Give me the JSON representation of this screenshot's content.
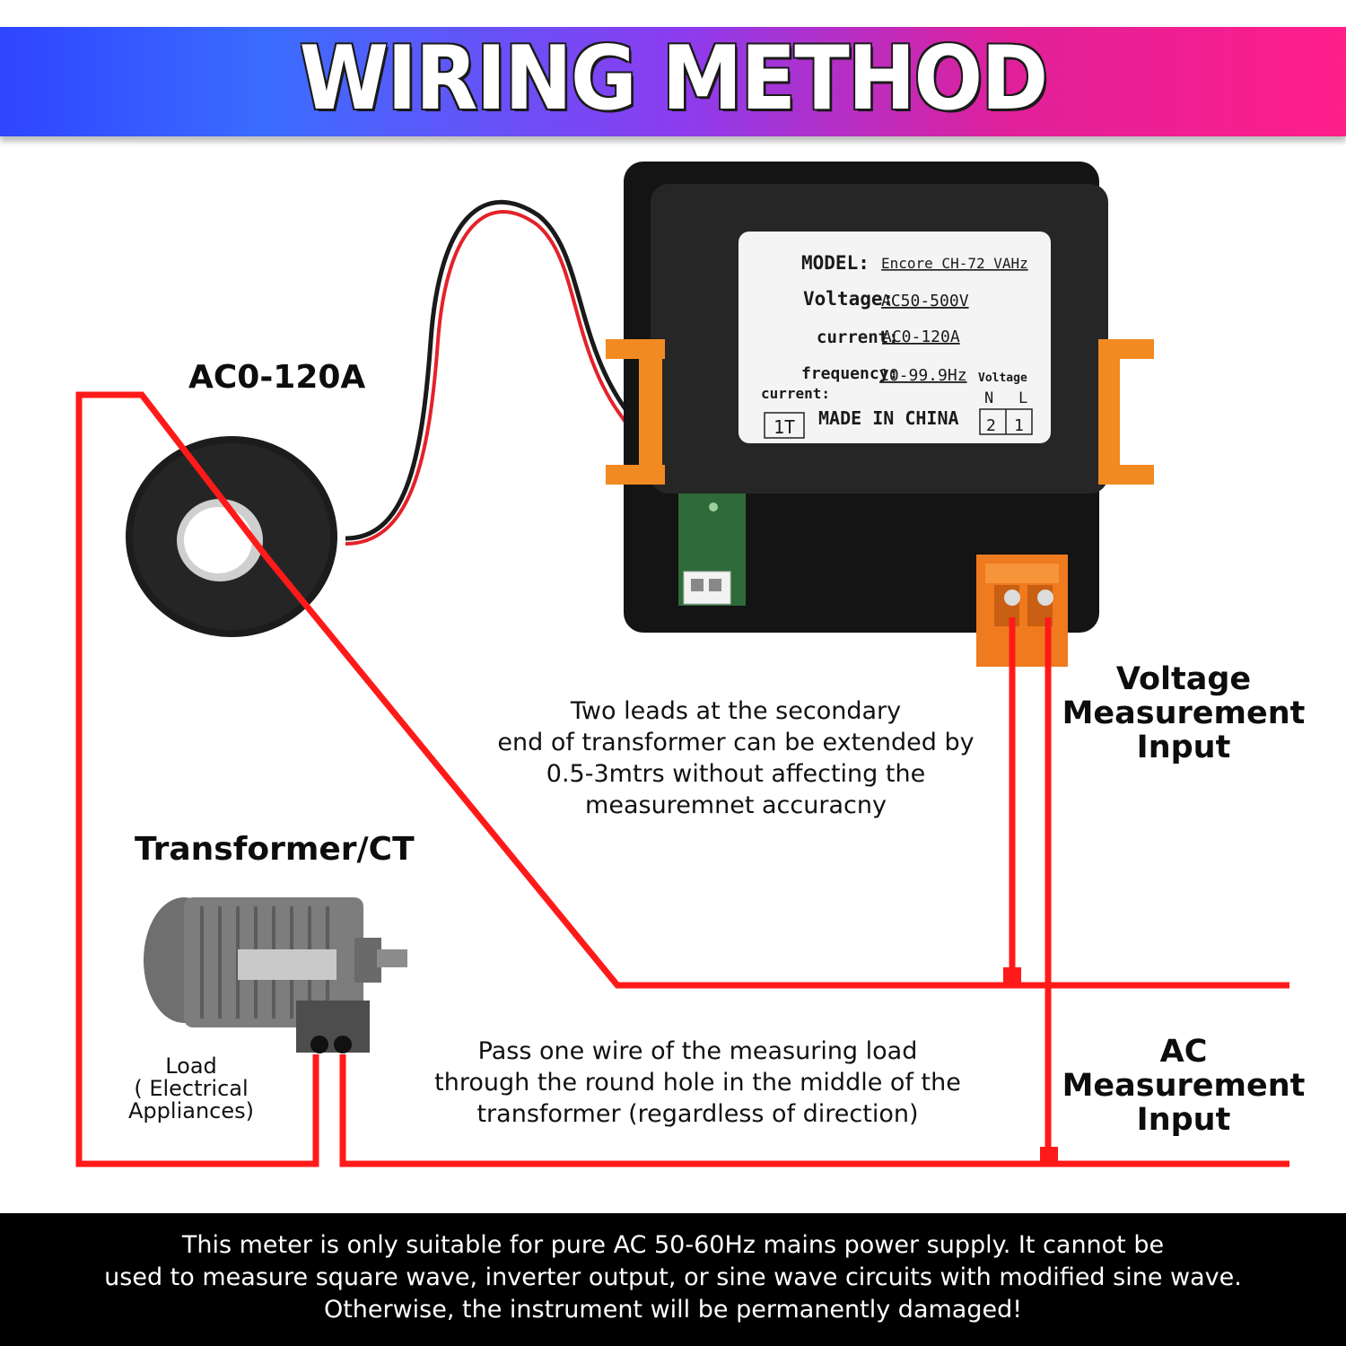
{
  "header": {
    "title": "WIRING METHOD"
  },
  "labels": {
    "ct_rating": "AC0-120A",
    "transformer": "Transformer/CT",
    "load_line1": "Load",
    "load_line2": "( Electrical",
    "load_line3": "Appliances)"
  },
  "nameplate": {
    "model_label": "MODEL:",
    "model_value": "Encore CH-72 VAHz",
    "voltage_label": "Voltage:",
    "voltage_value": "AC50-500V",
    "current_label": "current:",
    "current_value": "AC0-120A",
    "frequency_label": "frequency:",
    "frequency_value": "10-99.9Hz",
    "current_side_label": "current:",
    "turns": "1T",
    "origin": "MADE IN CHINA",
    "voltage_terminal_label": "Voltage",
    "terminal_n": "N",
    "terminal_l": "L",
    "terminal_2": "2",
    "terminal_1": "1"
  },
  "notes": {
    "secondary_leads": [
      "Two leads at the secondary",
      "end of transformer can be extended by",
      "0.5-3mtrs without affecting the",
      "measuremnet accuracny"
    ],
    "pass_wire": [
      "Pass one wire of the measuring load",
      "through the round hole in the middle of the",
      "transformer (regardless of direction)"
    ]
  },
  "inputs": {
    "voltage": [
      "Voltage",
      "Measurement",
      "Input"
    ],
    "ac": [
      "AC",
      "Measurement",
      "Input"
    ]
  },
  "footer": {
    "warning": [
      "This meter is only suitable for pure AC 50-60Hz mains power supply. It cannot be",
      "used to measure square wave, inverter output, or sine wave circuits with modified sine wave.",
      "Otherwise, the instrument will be permanently damaged!"
    ]
  },
  "colors": {
    "wire": "#ff1a1a",
    "terminal": "#f07a1e",
    "meter_body": "#1e1e1e",
    "banner_start": "#2f45ff",
    "banner_end": "#ff1e8a"
  }
}
